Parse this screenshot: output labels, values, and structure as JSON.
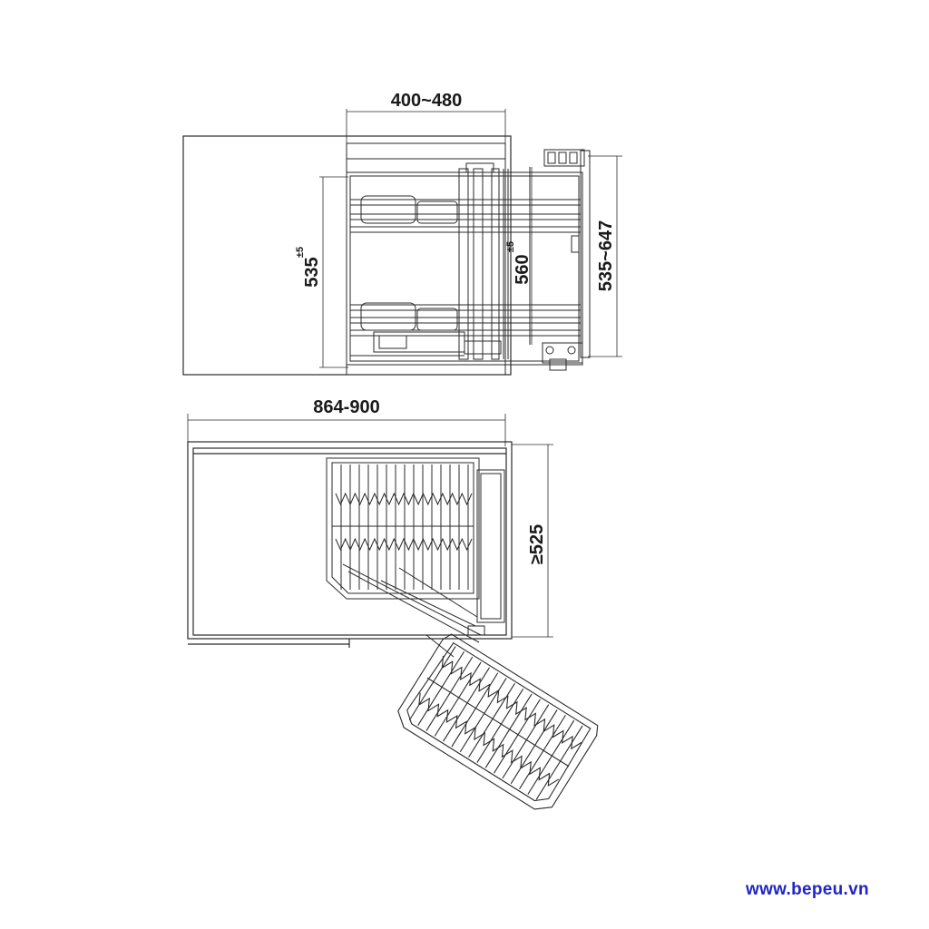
{
  "top_view": {
    "width_dim": "400~480",
    "left_height_dim": "535",
    "left_height_tol": "±5",
    "inner_height_dim": "560",
    "inner_height_tol": "±5",
    "right_height_dim": "535~647"
  },
  "bottom_view": {
    "width_dim": "864-900",
    "depth_dim": "≥525"
  },
  "watermark": "www.bepeu.vn",
  "colors": {
    "line": "#2a2a2a",
    "dim_line": "#333333",
    "panel_fill": "#ffffff",
    "watermark": "#1f24c8"
  }
}
